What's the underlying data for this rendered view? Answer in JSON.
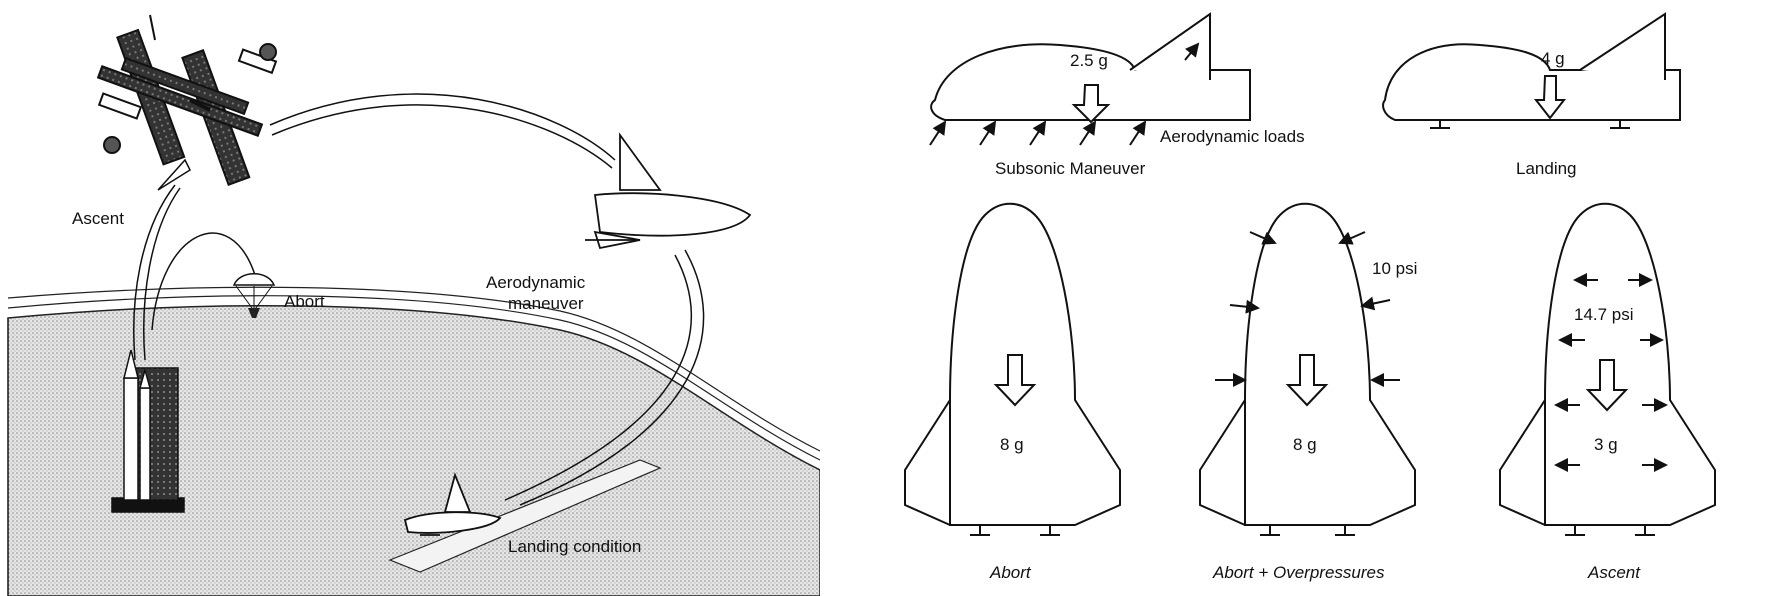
{
  "left_panel": {
    "labels": {
      "ascent": "Ascent",
      "abort": "Abort",
      "aero_line1": "Aerodynamic",
      "aero_line2": "maneuver",
      "landing": "Landing condition"
    }
  },
  "right_panel": {
    "top_views": {
      "subsonic": {
        "load": "2.5 g",
        "aero_loads": "Aerodynamic loads",
        "caption": "Subsonic Maneuver"
      },
      "landing": {
        "load": "4 g",
        "caption": "Landing"
      }
    },
    "planforms": {
      "abort": {
        "load": "8 g",
        "caption": "Abort"
      },
      "abort_overpressure": {
        "load": "8 g",
        "pressure": "10 psi",
        "caption": "Abort + Overpressures"
      },
      "ascent": {
        "load": "3 g",
        "pressure": "14.7 psi",
        "caption": "Ascent"
      }
    }
  },
  "colors": {
    "ink": "#111111",
    "ground": "#d9d9d9"
  }
}
